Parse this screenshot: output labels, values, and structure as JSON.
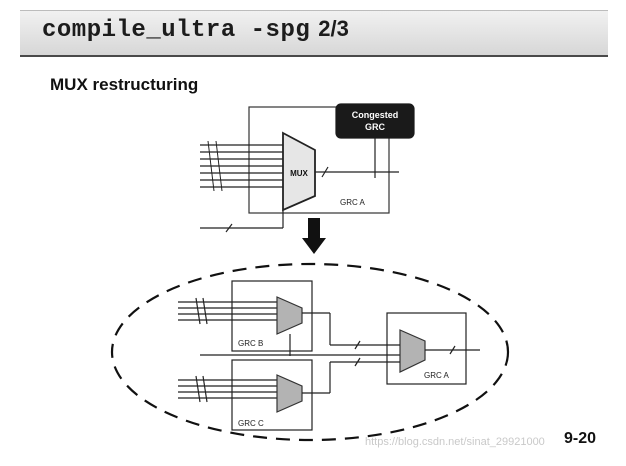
{
  "slide": {
    "title_code": "compile_ultra -spg",
    "title_number": "2/3",
    "heading": "MUX restructuring",
    "page_number": "9-20",
    "watermark": "https://blog.csdn.net/sinat_29921000"
  },
  "diagram": {
    "top": {
      "congested_label_line1": "Congested",
      "congested_label_line2": "GRC",
      "mux_label": "MUX",
      "region_label": "GRC A"
    },
    "bottom": {
      "grc_b_label": "GRC B",
      "grc_c_label": "GRC C",
      "grc_a_label": "GRC A"
    }
  },
  "colors": {
    "mux_fill": "#b3b3b3",
    "congested_fill": "#1a1a1a",
    "line": "#222222"
  }
}
